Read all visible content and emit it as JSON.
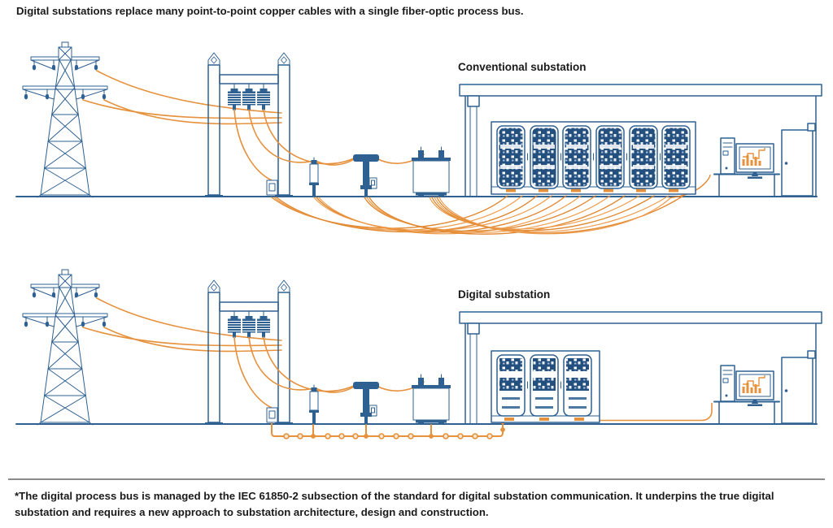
{
  "caption": "Digital substations replace many point-to-point copper cables with a single fiber-optic process bus.",
  "diagrams": {
    "conventional": {
      "label": "Conventional substation"
    },
    "digital": {
      "label": "Digital substation"
    }
  },
  "footnote": "*The digital process bus is managed by the IEC 61850-2 subsection of the standard for digital substation communication. It underpins the true digital substation and requires a new approach to substation architecture, design and construction.",
  "icons": [
    "transmission-tower-icon",
    "gantry-icon",
    "marshalling-kiosk-icon",
    "voltage-transformer-icon",
    "current-transformer-icon",
    "power-transformer-icon",
    "control-building-icon",
    "relay-cabinet-icon",
    "workstation-icon",
    "door-icon",
    "copper-cable-bundle-icon",
    "fiber-process-bus-icon"
  ],
  "colors": {
    "diagram_blue": "#2e6092",
    "dark_blue": "#24507f",
    "cable_orange": "#e6913c",
    "node_fill": "#fbe7cf",
    "text_color": "#1a1a1a",
    "divider_gray": "#8a8a8a",
    "background": "#ffffff"
  }
}
